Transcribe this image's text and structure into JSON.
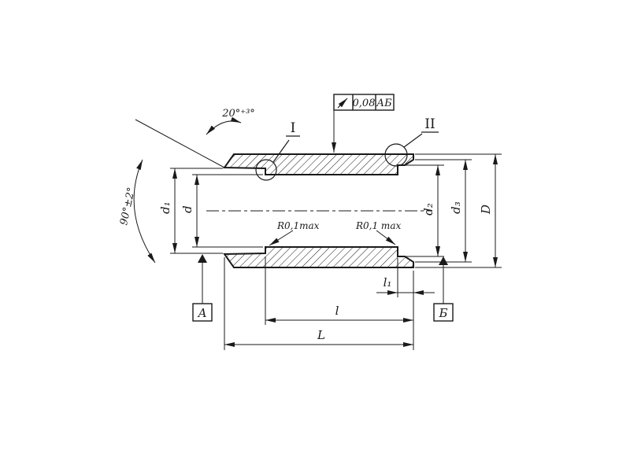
{
  "drawing": {
    "dim_labels": {
      "d1": "d₁",
      "d": "d",
      "d2": "d₂",
      "d3": "d₃",
      "D": "D",
      "l1": "l₁",
      "l": "l",
      "L": "L"
    },
    "angle_chamfer": "20°⁺³°",
    "angle_face": "90°±2°",
    "radius_note_left": "R0,1max",
    "radius_note_right": "R0,1 max",
    "tolerance_frame": {
      "symbol_icon": "runout-arrow-icon",
      "value": "0,08",
      "datums": "АБ"
    },
    "datum_a": "А",
    "datum_b": "Б",
    "detail_1": "I",
    "detail_2": "II"
  }
}
